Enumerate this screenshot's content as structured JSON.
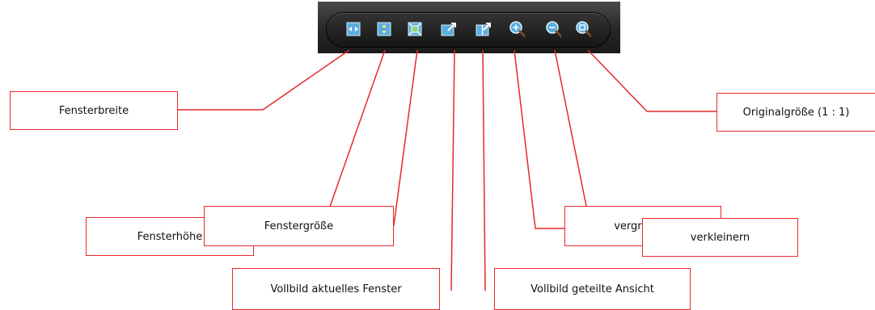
{
  "toolbar": {
    "buttons": [
      {
        "icon": "fit-width-icon",
        "callout": "Fensterbreite"
      },
      {
        "icon": "fit-height-icon",
        "callout": "Fensterhöhe"
      },
      {
        "icon": "fit-window-icon",
        "callout": "Fenstergröße"
      },
      {
        "icon": "fullscreen-current-window-icon",
        "callout": "Vollbild aktuelles Fenster"
      },
      {
        "icon": "fullscreen-split-view-icon",
        "callout": "Vollbild geteilte Ansicht"
      },
      {
        "icon": "zoom-in-icon",
        "callout": "vergrößern"
      },
      {
        "icon": "zoom-out-icon",
        "callout": "verkleinern"
      },
      {
        "icon": "zoom-original-icon",
        "callout": "Originalgröße (1 : 1)"
      }
    ]
  },
  "colors": {
    "callout_line": "#e8282a",
    "toolbar_bg": "#262626",
    "icon_fill": "#5aaee0"
  }
}
